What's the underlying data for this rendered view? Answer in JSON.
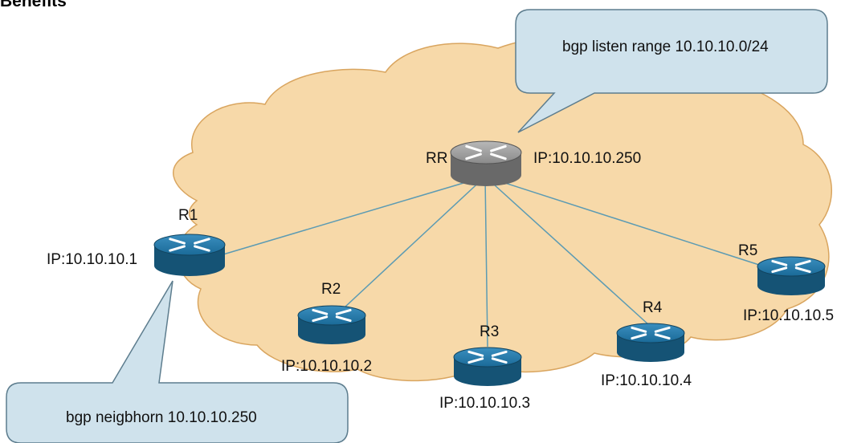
{
  "heading": "Benefits",
  "callouts": {
    "rr": "bgp listen range 10.10.10.0/24",
    "r1": "bgp neigbhorn 10.10.10.250"
  },
  "routers": {
    "rr": {
      "name": "RR",
      "ip": "IP:10.10.10.250",
      "color": "#8c8c8c"
    },
    "r1": {
      "name": "R1",
      "ip": "IP:10.10.10.1",
      "color": "#1c6f9c"
    },
    "r2": {
      "name": "R2",
      "ip": "IP:10.10.10.2",
      "color": "#1c6f9c"
    },
    "r3": {
      "name": "R3",
      "ip": "IP:10.10.10.3",
      "color": "#1c6f9c"
    },
    "r4": {
      "name": "R4",
      "ip": "IP:10.10.10.4",
      "color": "#1c6f9c"
    },
    "r5": {
      "name": "R5",
      "ip": "IP:10.10.10.5",
      "color": "#1c6f9c"
    }
  },
  "links": [
    [
      "rr",
      "r1"
    ],
    [
      "rr",
      "r2"
    ],
    [
      "rr",
      "r3"
    ],
    [
      "rr",
      "r4"
    ],
    [
      "rr",
      "r5"
    ]
  ],
  "colors": {
    "cloud_fill": "#f7d9a9",
    "cloud_stroke": "#d9a55f",
    "callout_fill": "#cfe2ec",
    "callout_stroke": "#5d7d8e",
    "link": "#5c9bb3"
  }
}
